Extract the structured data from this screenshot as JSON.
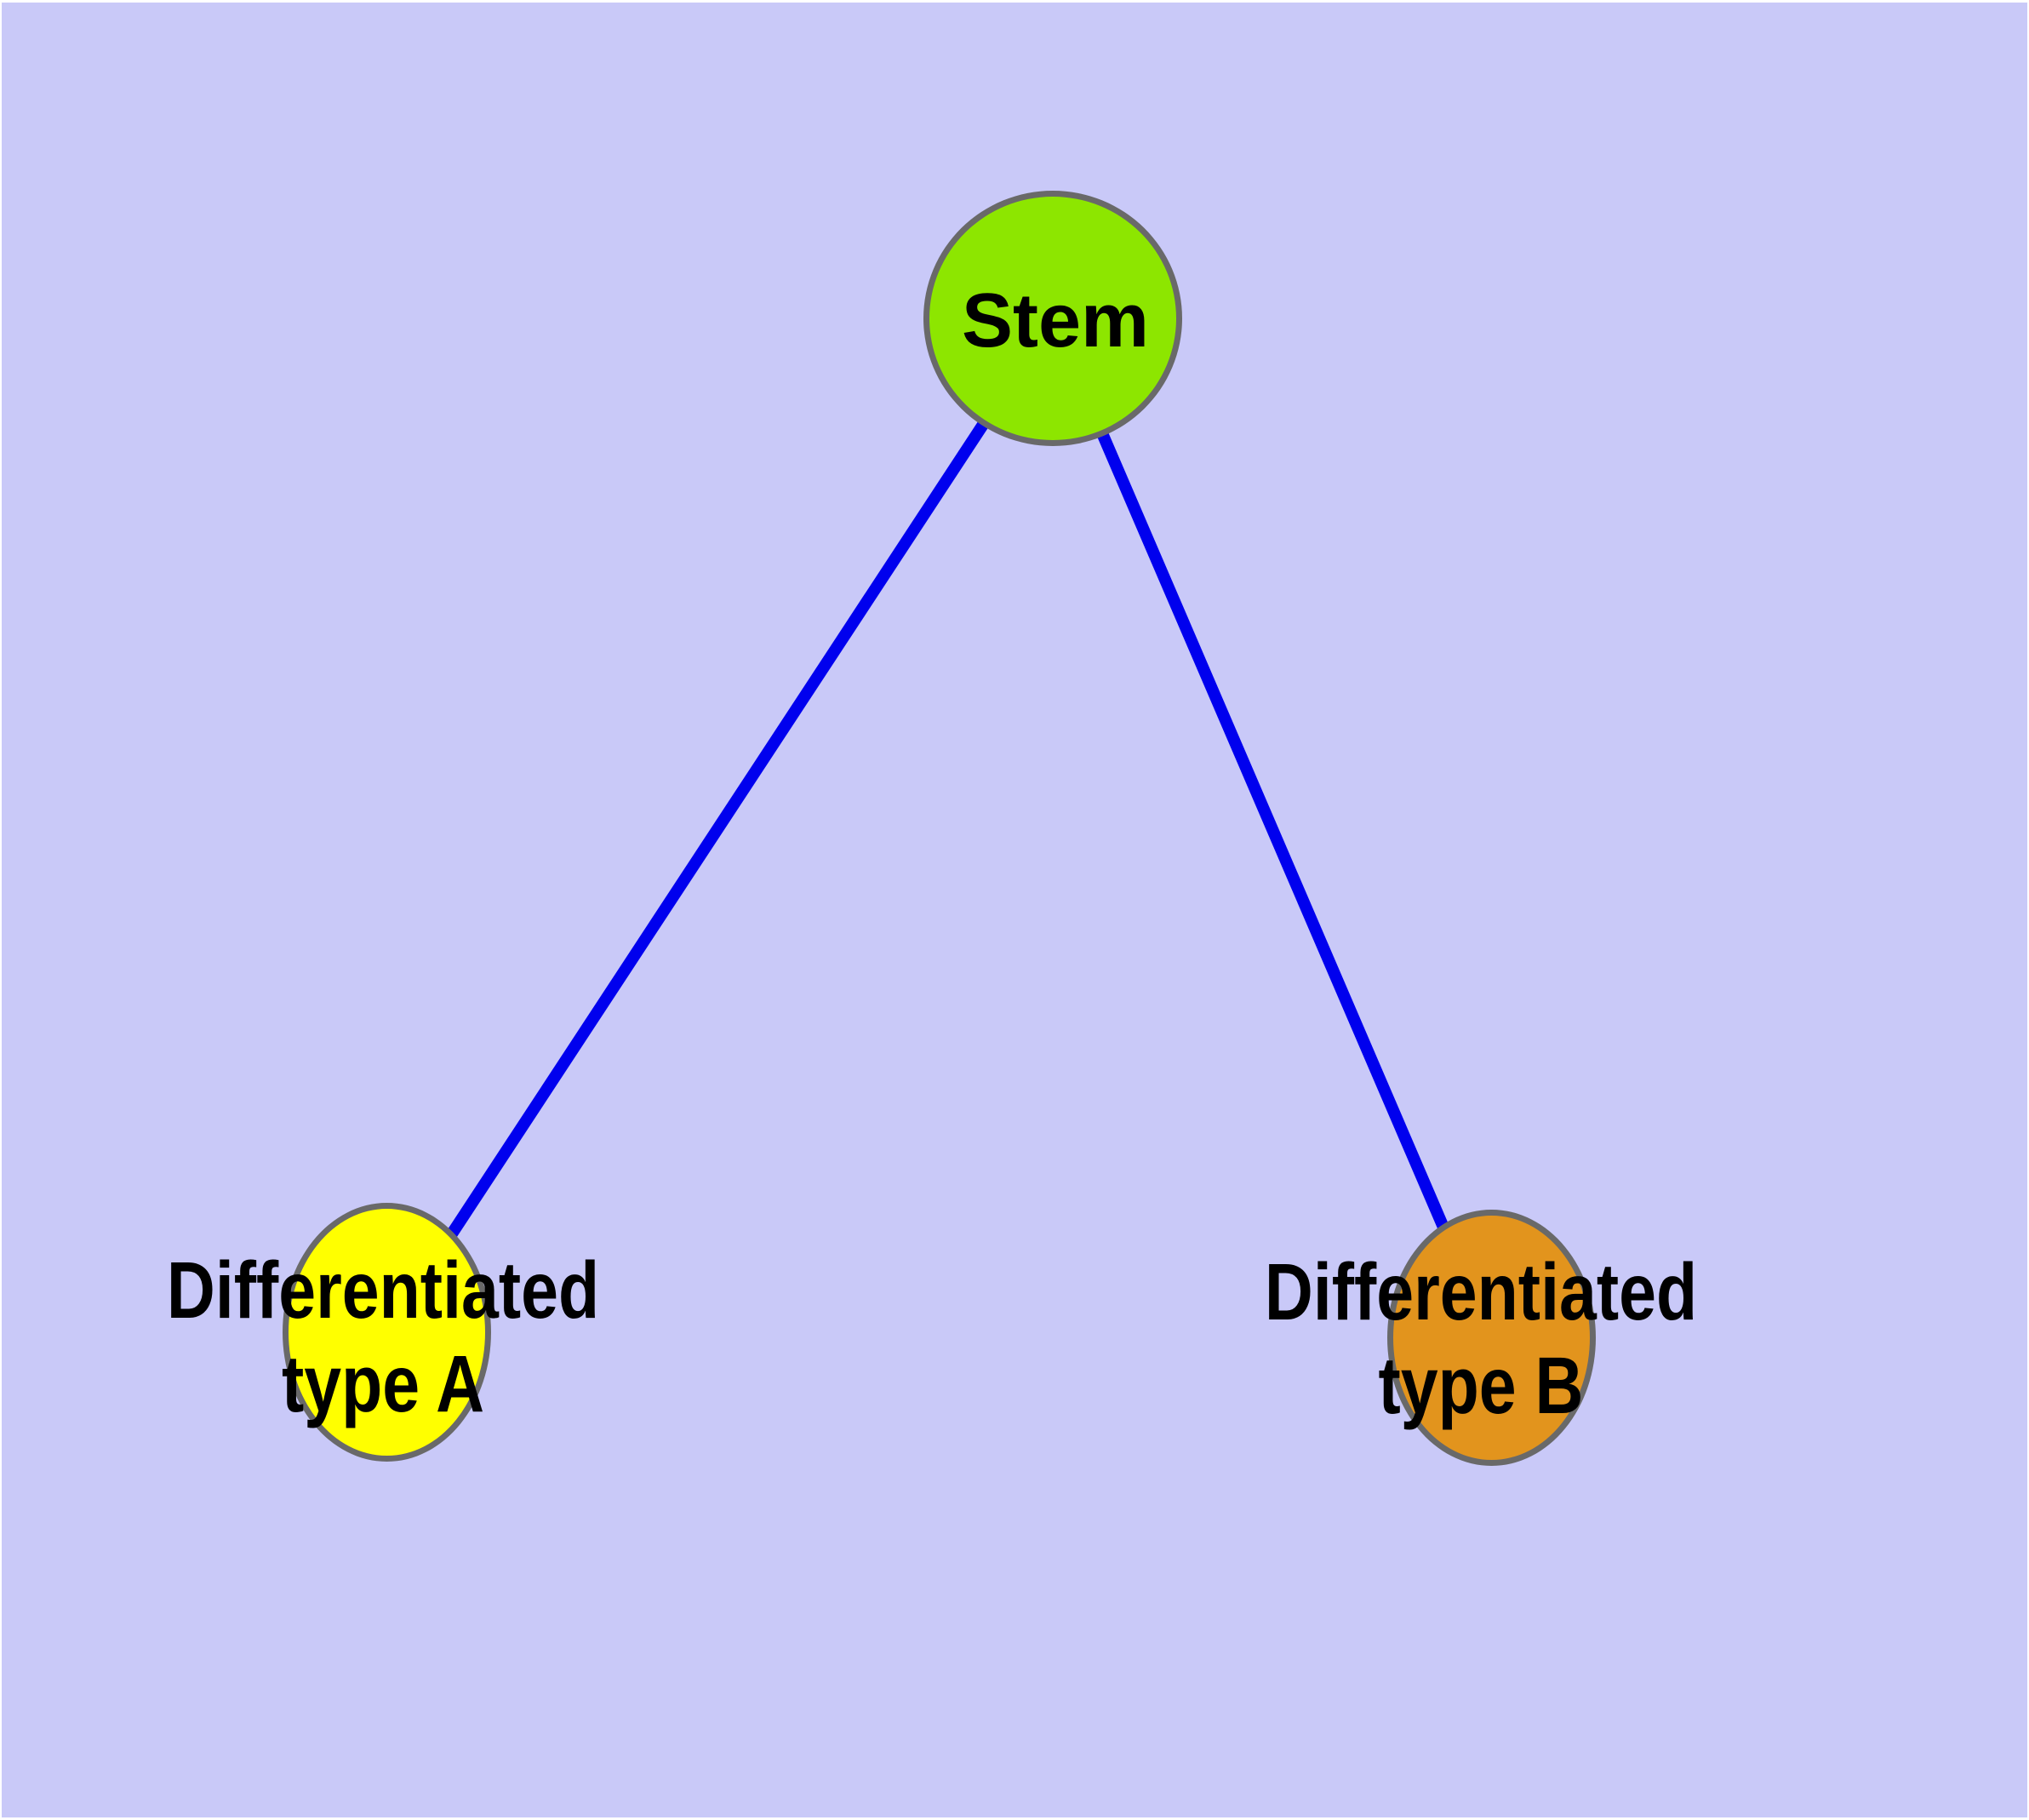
{
  "diagram": {
    "background_color": "#C9C9F8",
    "page_edge_color": "#FFFFFF",
    "edge_color": "#0000EE",
    "node_border_color": "#696969",
    "label_color": "#000000",
    "nodes": [
      {
        "id": "stem",
        "label": "Stem",
        "fill": "#8DE600"
      },
      {
        "id": "differentiated-type-a",
        "label": "Differentiated type A",
        "label_line1": "Differentiated",
        "label_line2": "type A",
        "fill": "#FFFF00"
      },
      {
        "id": "differentiated-type-b",
        "label": "Differentiated type B",
        "label_line1": "Differentiated",
        "label_line2": "type B",
        "fill": "#E2941D"
      }
    ],
    "edges": [
      {
        "from": "Stem",
        "to": "Differentiated type A"
      },
      {
        "from": "Stem",
        "to": "Differentiated type B"
      }
    ]
  }
}
